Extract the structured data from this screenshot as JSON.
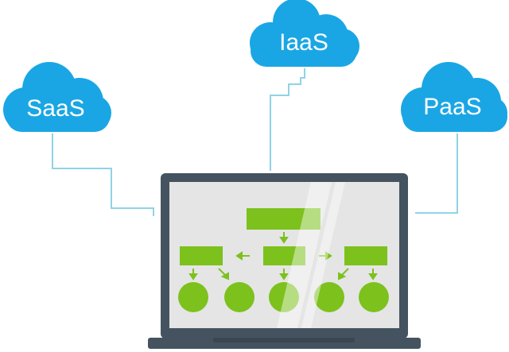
{
  "clouds": {
    "saas": {
      "label": "SaaS"
    },
    "iaas": {
      "label": "IaaS"
    },
    "paas": {
      "label": "PaaS"
    }
  },
  "colors": {
    "cloud": "#1aa6e4",
    "connector": "#8fd3e6",
    "laptop_frame": "#44535f",
    "laptop_frame_dark": "#3a4751",
    "screen": "#e5e5e5",
    "accent_green": "#7dc11d",
    "arrow_green": "#7dc11d"
  }
}
